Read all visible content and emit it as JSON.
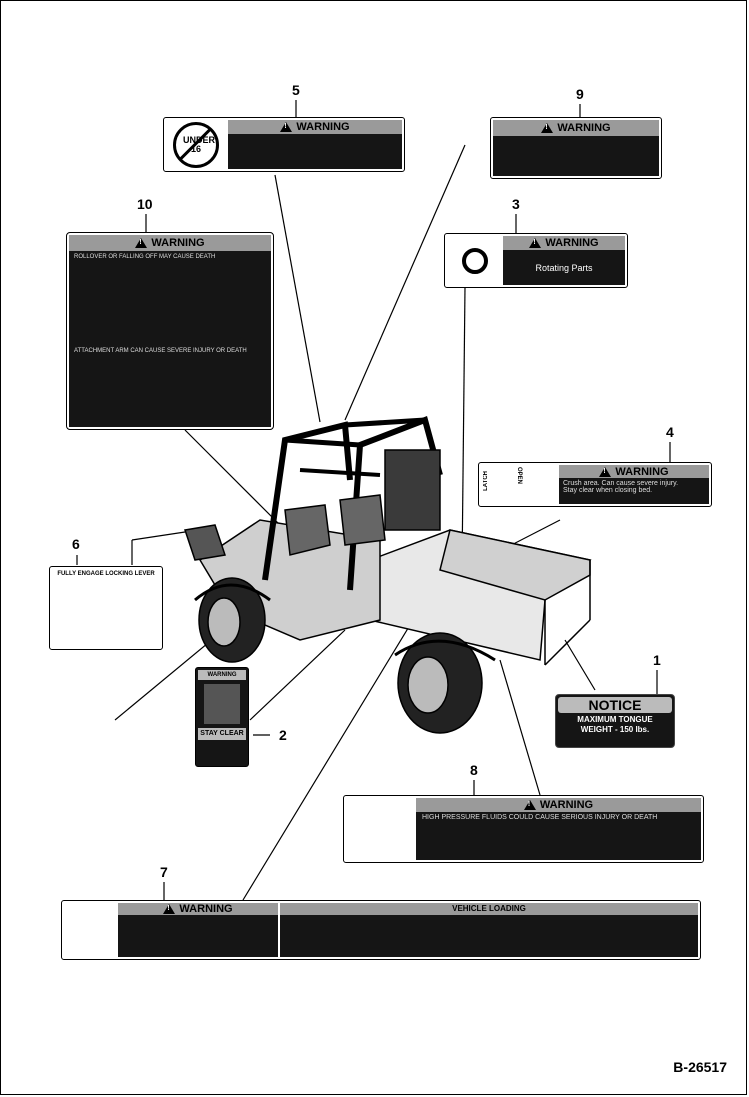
{
  "callouts": {
    "c1": "1",
    "c2": "2",
    "c3": "3",
    "c4": "4",
    "c5": "5",
    "c6": "6",
    "c7": "7",
    "c8": "8",
    "c9": "9",
    "c10": "10"
  },
  "decals": {
    "d1": {
      "title": "NOTICE",
      "line1": "MAXIMUM TONGUE",
      "line2": "WEIGHT - 150 lbs."
    },
    "d2": {
      "top": "WARNING",
      "bottom": "STAY CLEAR"
    },
    "d3": {
      "header": "WARNING",
      "body": "Rotating Parts"
    },
    "d4": {
      "header": "WARNING",
      "latch": "LATCH",
      "open": "OPEN",
      "body1": "Crush area. Can cause severe injury.",
      "body2": "Stay clear when closing bed."
    },
    "d5": {
      "header": "WARNING",
      "icon_text": "UNDER 16"
    },
    "d6": {
      "title": "FULLY ENGAGE LOCKING LEVER"
    },
    "d7": {
      "header": "WARNING",
      "section": "VEHICLE LOADING"
    },
    "d8": {
      "header": "WARNING",
      "body": "HIGH PRESSURE FLUIDS COULD CAUSE SERIOUS INJURY OR DEATH"
    },
    "d9": {
      "header": "WARNING"
    },
    "d10": {
      "header": "WARNING",
      "line1": "ROLLOVER OR FALLING OFF MAY CAUSE DEATH",
      "line2": "ATTACHMENT ARM CAN CAUSE SEVERE INJURY OR DEATH"
    }
  },
  "footer": {
    "code": "B-26517"
  }
}
